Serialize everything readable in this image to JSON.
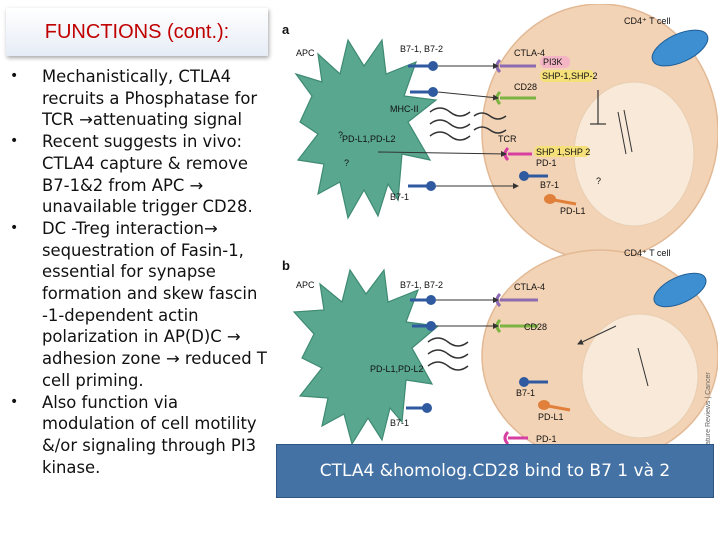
{
  "slide": {
    "title": "FUNCTIONS (cont.):",
    "bullet_marker": "•",
    "bullets": [
      "Mechanistically, CTLA4 recruits a Phosphatase for TCR →attenuating signal",
      "Recent suggests in vivo: CTLA4 capture & remove B7-1&2 from APC → unavailable trigger CD28.",
      "DC -Treg interaction→ sequestration of Fasin-1, essential for  synapse formation and skew fascin -1-dependent actin polarization in AP(D)C → adhesion zone → reduced T cell priming.",
      "Also function via modulation of cell motility &/or signaling through PI3 kinase."
    ],
    "caption": "CTLA4 &homolog.CD28 bind to B7 1 và 2"
  },
  "figure": {
    "panel_a": {
      "letter": "a",
      "apc": "APC",
      "cell": "CD4⁺ T cell",
      "b7_top": "B7-1, B7-2",
      "ctla4": "CTLA-4",
      "pi3k": "PI3K",
      "shp_top": "SHP-1,SHP-2",
      "cd28": "CD28",
      "mhc": "MHC-II",
      "pdl": "PD-L1,PD-L2",
      "tcr": "TCR",
      "shp_low": "SHP 1,SHP 2",
      "pd1": "PD-1",
      "q1": "?",
      "q2": "?",
      "b7_left": "B7-1",
      "b7_right": "B7-1",
      "q3": "?",
      "pdl1": "PD-L1"
    },
    "panel_b": {
      "letter": "b",
      "apc": "APC",
      "cell": "CD4⁺ T cell",
      "b7": "B7-1, B7-2",
      "ctla4": "CTLA-4",
      "cd28": "CD28",
      "pdl": "PD-L1,PD-L2",
      "b7_right": "B7-1",
      "pdl1": "PD-L1",
      "b7_left": "B7-1",
      "pd1": "PD-1"
    },
    "credit": "Nature Reviews | Cancer"
  },
  "colors": {
    "title_red": "#c00000",
    "caption_bg": "#4472a4",
    "apc_green": "#5aa78f",
    "tcell": "#f3d3b5",
    "nucleus": "#f8e9d8",
    "b7_blue": "#2f5aa0",
    "ctla4_purple": "#8c6bb1",
    "cd28_green": "#7cb342",
    "pd1_pink": "#d63fa1",
    "pdl1_orange": "#e0803b",
    "mito_blue": "#3d8fd1"
  }
}
